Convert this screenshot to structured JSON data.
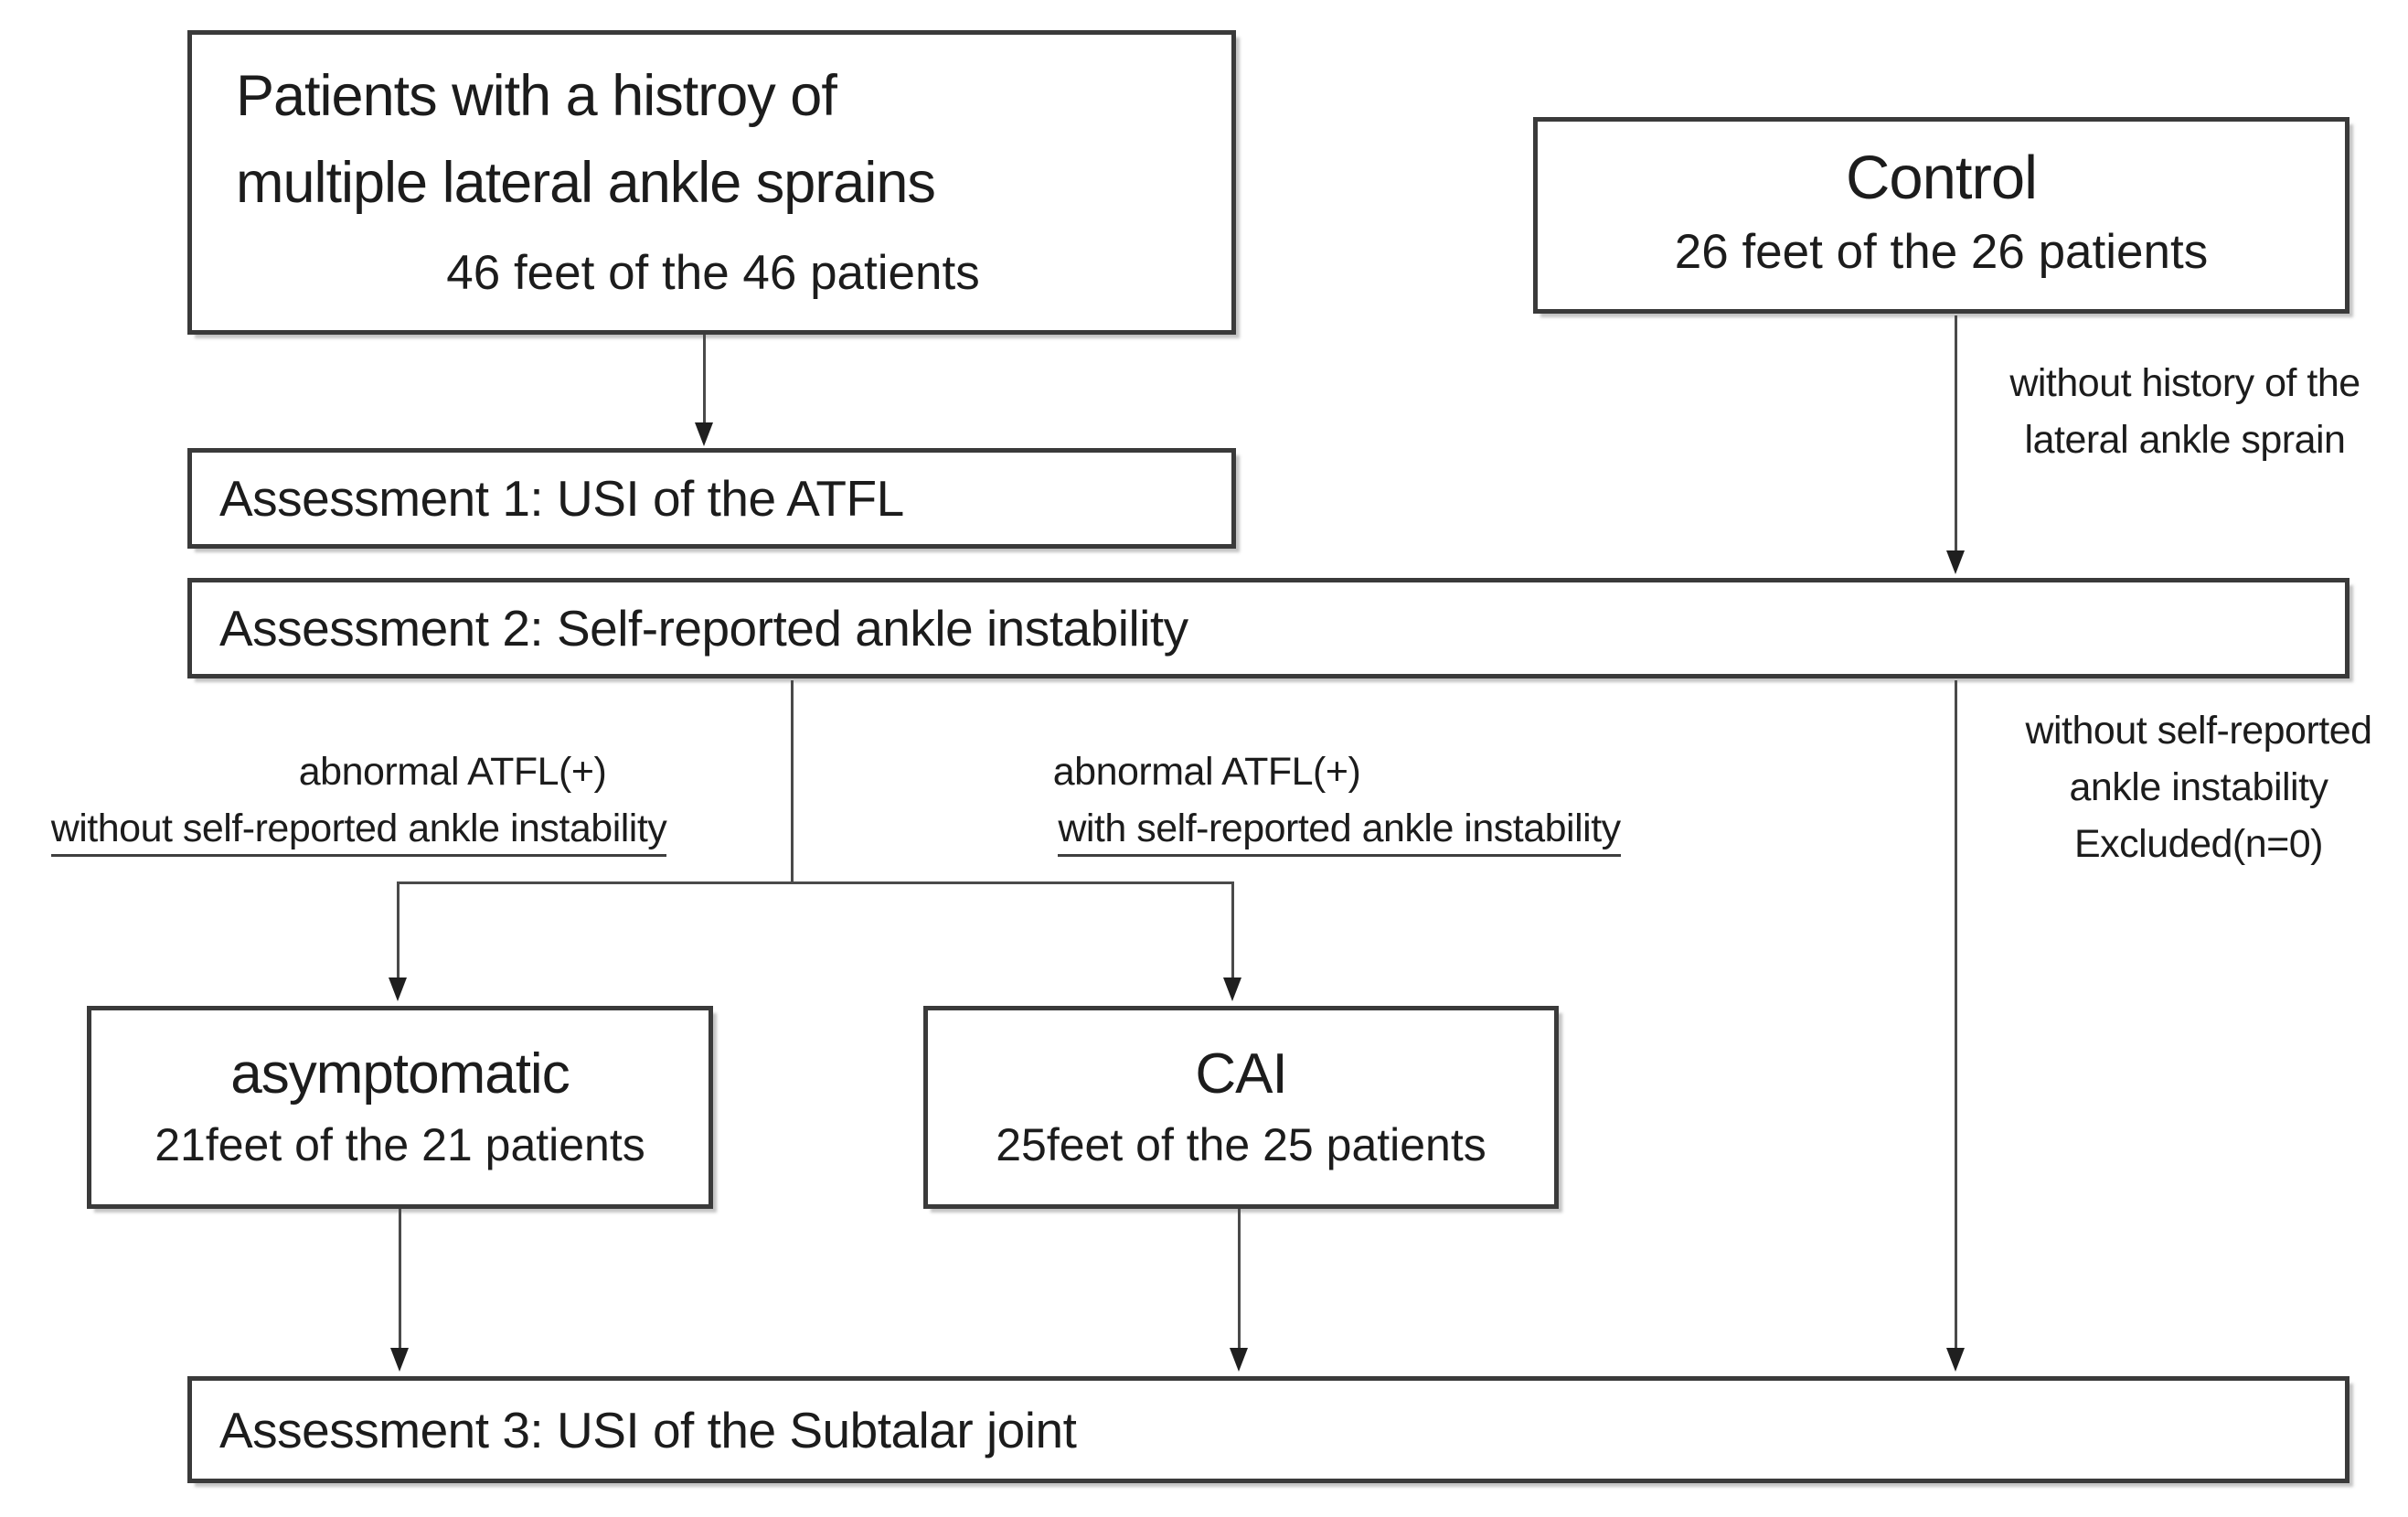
{
  "figure": {
    "boxes": {
      "patients": {
        "title_line1": "Patients with a histroy of",
        "title_line2": "multiple lateral ankle sprains",
        "count": "46 feet of the 46 patients"
      },
      "control": {
        "title": "Control",
        "count": "26 feet of the 26 patients"
      },
      "assessment1": {
        "label": "Assessment 1: USI of the ATFL"
      },
      "assessment2": {
        "label": "Assessment 2: Self-reported ankle instability"
      },
      "asymptomatic": {
        "title": "asymptomatic",
        "count": "21feet of the 21 patients"
      },
      "cai": {
        "title": "CAI",
        "count": "25feet of the 25 patients"
      },
      "assessment3": {
        "label": "Assessment 3: USI of the Subtalar joint"
      }
    },
    "annotations": {
      "control_exclusion": {
        "line1": "without history of the",
        "line2": "lateral ankle sprain"
      },
      "left_branch": {
        "line1": "abnormal ATFL(+)",
        "line2": "without self-reported ankle instability"
      },
      "middle_branch": {
        "line1": "abnormal ATFL(+)",
        "line2": "with self-reported ankle instability"
      },
      "right_exclusion": {
        "line1": "without self-reported",
        "line2": "ankle instability",
        "line3": "Excluded(n=0)"
      }
    },
    "colors": {
      "box_border": "#3a3a3a",
      "connector_line": "#4a4a4a",
      "text": "#1c1c1c",
      "background": "#ffffff"
    }
  }
}
